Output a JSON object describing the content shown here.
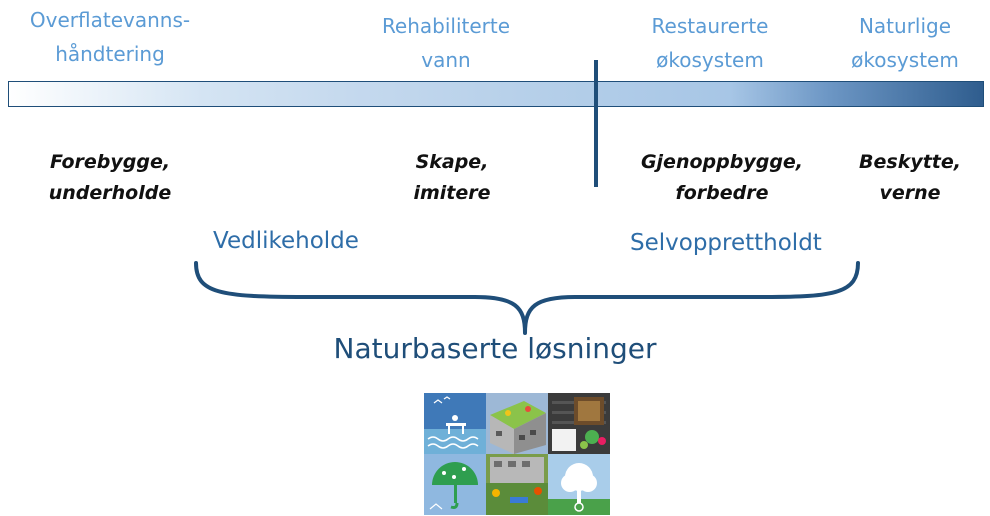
{
  "categories": [
    {
      "label": "Overflatevanns-\nhåndtering"
    },
    {
      "label": "Rehabiliterte\nvann"
    },
    {
      "label": "Restaurerte\nøkosystem"
    },
    {
      "label": "Naturlige\nøkosystem"
    }
  ],
  "actions": [
    {
      "label": "Forebygge,\nunderholde"
    },
    {
      "label": "Skape,\nimitere"
    },
    {
      "label": "Gjenoppbygge,\nforbedre"
    },
    {
      "label": "Beskytte,\nverne"
    }
  ],
  "groups": {
    "left": "Vedlikeholde",
    "right": "Selvopprettholdt"
  },
  "title": "Naturbaserte løsninger",
  "colors": {
    "category_text": "#5b9bd5",
    "group_text": "#2e6da8",
    "title_text": "#1f4e79",
    "bar_dark": "#1f4e79"
  },
  "collage": {
    "icon": "nature-based-solutions-collage"
  }
}
